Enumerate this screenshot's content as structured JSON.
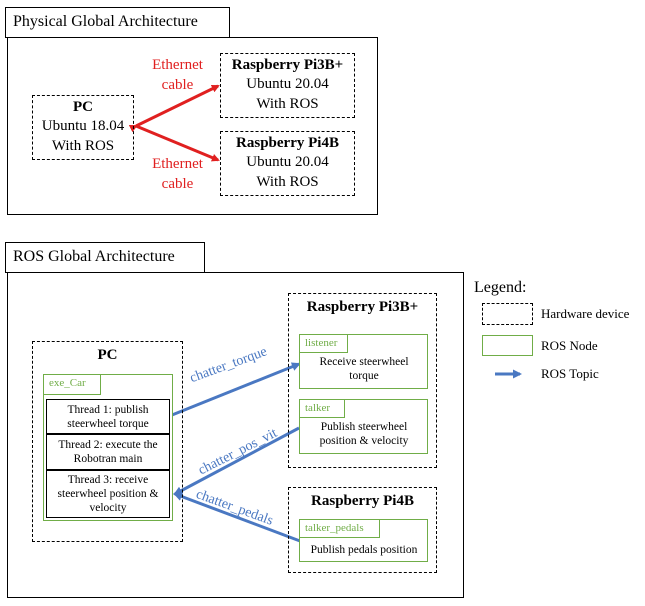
{
  "physical": {
    "title": "Physical Global Architecture",
    "pc": {
      "name": "PC",
      "os": "Ubuntu 18.04",
      "ros": "With ROS"
    },
    "pi3": {
      "name": "Raspberry Pi3B+",
      "os": "Ubuntu 20.04",
      "ros": "With ROS"
    },
    "pi4": {
      "name": "Raspberry Pi4B",
      "os": "Ubuntu 20.04",
      "ros": "With ROS"
    },
    "link_top": {
      "line1": "Ethernet",
      "line2": "cable"
    },
    "link_bottom": {
      "line1": "Ethernet",
      "line2": "cable"
    }
  },
  "ros": {
    "title": "ROS Global Architecture",
    "pc": {
      "name": "PC",
      "node_name": "exe_Car",
      "thread1": "Thread 1: publish steerwheel torque",
      "thread2": "Thread 2: execute the Robotran main",
      "thread3": "Thread 3: receive steerwheel position & velocity"
    },
    "pi3": {
      "name": "Raspberry Pi3B+",
      "listener": {
        "name": "listener",
        "desc": "Receive steerwheel torque"
      },
      "talker": {
        "name": "talker",
        "desc": "Publish steerwheel position & velocity"
      }
    },
    "pi4": {
      "name": "Raspberry Pi4B",
      "talker_pedals": {
        "name": "talker_pedals",
        "desc": "Publish pedals position"
      }
    },
    "topics": {
      "torque": "chatter_torque",
      "pos_vit": "chatter_pos_vit",
      "pedals": "chatter_pedals"
    }
  },
  "legend": {
    "title": "Legend:",
    "hardware": "Hardware device",
    "node": "ROS Node",
    "topic": "ROS Topic"
  },
  "colors": {
    "ethernet": "#e02020",
    "topic": "#4a78c2",
    "node_border": "#70ad47"
  }
}
